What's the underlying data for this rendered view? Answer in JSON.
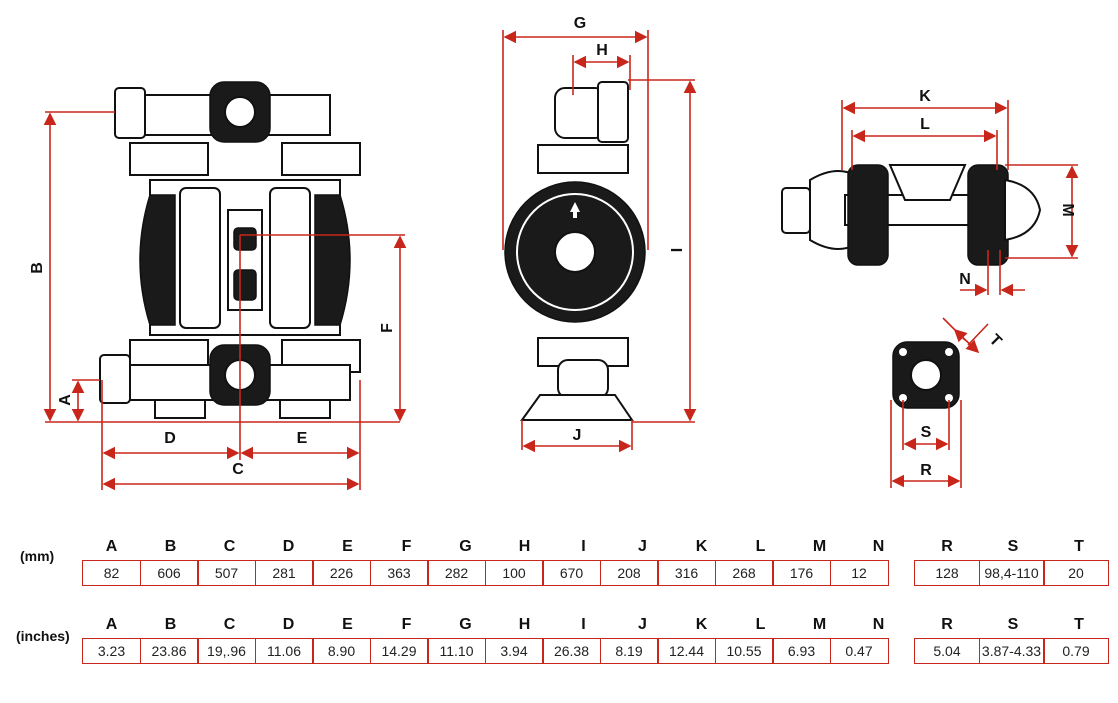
{
  "labels": {
    "a": "A",
    "b": "B",
    "c": "C",
    "d": "D",
    "e": "E",
    "f": "F",
    "g": "G",
    "h": "H",
    "i": "I",
    "j": "J",
    "k": "K",
    "l": "L",
    "m": "M",
    "n": "N",
    "r": "R",
    "s": "S",
    "t": "T"
  },
  "tables": {
    "mm": {
      "unit": "(mm)",
      "main_headers": [
        "A",
        "B",
        "C",
        "D",
        "E",
        "F",
        "G",
        "H",
        "I",
        "J",
        "K",
        "L",
        "M",
        "N"
      ],
      "main_values": [
        "82",
        "606",
        "507",
        "281",
        "226",
        "363",
        "282",
        "100",
        "670",
        "208",
        "316",
        "268",
        "176",
        "12"
      ],
      "side_headers": [
        "R",
        "S",
        "T"
      ],
      "side_values": [
        "128",
        "98,4-110",
        "20"
      ]
    },
    "inches": {
      "unit": "(inches)",
      "main_headers": [
        "A",
        "B",
        "C",
        "D",
        "E",
        "F",
        "G",
        "H",
        "I",
        "J",
        "K",
        "L",
        "M",
        "N"
      ],
      "main_values": [
        "3.23",
        "23.86",
        "19,.96",
        "11.06",
        "8.90",
        "14.29",
        "11.10",
        "3.94",
        "26.38",
        "8.19",
        "12.44",
        "10.55",
        "6.93",
        "0.47"
      ],
      "side_headers": [
        "R",
        "S",
        "T"
      ],
      "side_values": [
        "5.04",
        "3.87-4.33",
        "0.79"
      ]
    }
  },
  "colors": {
    "dimension_line": "#c8261b",
    "outline": "#111111"
  }
}
